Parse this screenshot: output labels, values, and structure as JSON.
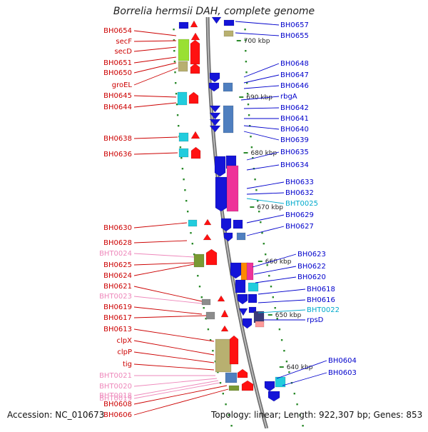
{
  "title": "Borrelia hermsii DAH, complete genome",
  "footer": {
    "accession": "Accession: NC_010673",
    "stats": "Topology: linear; Length: 922,307 bp; Genes: 853"
  },
  "colors": {
    "left_label": "#cc0000",
    "left_rna_label": "#ee88bb",
    "right_label": "#0000cc",
    "right_rna_label": "#00aacc",
    "backbone": "#8c8c8c",
    "scale_tick": "#2a8a2a"
  },
  "scale_labels": [
    "700 kbp",
    "690 kbp",
    "680 kbp",
    "670 kbp",
    "660 kbp",
    "650 kbp",
    "640 kbp"
  ],
  "left_labels": [
    {
      "text": "BH0654",
      "kind": "gene"
    },
    {
      "text": "secF",
      "kind": "gene"
    },
    {
      "text": "secD",
      "kind": "gene"
    },
    {
      "text": "BH0651",
      "kind": "gene"
    },
    {
      "text": "BH0650",
      "kind": "gene"
    },
    {
      "text": "groEL",
      "kind": "gene"
    },
    {
      "text": "BH0645",
      "kind": "gene"
    },
    {
      "text": "BH0644",
      "kind": "gene"
    },
    {
      "text": "BH0638",
      "kind": "gene"
    },
    {
      "text": "BH0636",
      "kind": "gene"
    },
    {
      "text": "BH0630",
      "kind": "gene"
    },
    {
      "text": "BH0628",
      "kind": "gene"
    },
    {
      "text": "BHT0024",
      "kind": "rna"
    },
    {
      "text": "BH0625",
      "kind": "gene"
    },
    {
      "text": "BH0624",
      "kind": "gene"
    },
    {
      "text": "BH0621",
      "kind": "gene"
    },
    {
      "text": "BHT0023",
      "kind": "rna"
    },
    {
      "text": "BH0619",
      "kind": "gene"
    },
    {
      "text": "BH0617",
      "kind": "gene"
    },
    {
      "text": "BH0613",
      "kind": "gene"
    },
    {
      "text": "clpX",
      "kind": "gene"
    },
    {
      "text": "clpP",
      "kind": "gene"
    },
    {
      "text": "tig",
      "kind": "gene"
    },
    {
      "text": "BHT0021",
      "kind": "rna"
    },
    {
      "text": "BHT0020",
      "kind": "rna"
    },
    {
      "text": "BHT0018",
      "kind": "rna"
    },
    {
      "text": "BHT0019",
      "kind": "rna"
    },
    {
      "text": "BH0608",
      "kind": "gene"
    },
    {
      "text": "BH0606",
      "kind": "gene"
    }
  ],
  "right_labels": [
    {
      "text": "BH0657",
      "kind": "gene"
    },
    {
      "text": "BH0655",
      "kind": "gene"
    },
    {
      "text": "BH0648",
      "kind": "gene"
    },
    {
      "text": "BH0647",
      "kind": "gene"
    },
    {
      "text": "BH0646",
      "kind": "gene"
    },
    {
      "text": "rbgA",
      "kind": "gene"
    },
    {
      "text": "BH0642",
      "kind": "gene"
    },
    {
      "text": "BH0641",
      "kind": "gene"
    },
    {
      "text": "BH0640",
      "kind": "gene"
    },
    {
      "text": "BH0639",
      "kind": "gene"
    },
    {
      "text": "BH0635",
      "kind": "gene"
    },
    {
      "text": "BH0634",
      "kind": "gene"
    },
    {
      "text": "BH0633",
      "kind": "gene"
    },
    {
      "text": "BH0632",
      "kind": "gene"
    },
    {
      "text": "BHT0025",
      "kind": "rna"
    },
    {
      "text": "BH0629",
      "kind": "gene"
    },
    {
      "text": "BH0627",
      "kind": "gene"
    },
    {
      "text": "BH0623",
      "kind": "gene"
    },
    {
      "text": "BH0622",
      "kind": "gene"
    },
    {
      "text": "BH0620",
      "kind": "gene"
    },
    {
      "text": "BH0618",
      "kind": "gene"
    },
    {
      "text": "BH0616",
      "kind": "gene"
    },
    {
      "text": "BHT0022",
      "kind": "rna"
    },
    {
      "text": "rpsD",
      "kind": "gene"
    },
    {
      "text": "BH0604",
      "kind": "gene"
    },
    {
      "text": "BH0603",
      "kind": "gene"
    }
  ]
}
